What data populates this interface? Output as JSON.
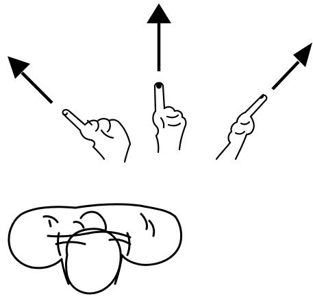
{
  "figure": {
    "background": "#ffffff",
    "ink": "#000000",
    "gestures": [
      {
        "direction": "up-left",
        "hand": "hand-pointing-up-left-icon",
        "arrow": "arrow-up-left-icon"
      },
      {
        "direction": "up",
        "hand": "hand-pointing-up-icon",
        "arrow": "arrow-up-icon"
      },
      {
        "direction": "up-right",
        "hand": "hand-pointing-up-right-icon",
        "arrow": "arrow-up-right-icon"
      }
    ],
    "user": "person-top-view-icon"
  }
}
